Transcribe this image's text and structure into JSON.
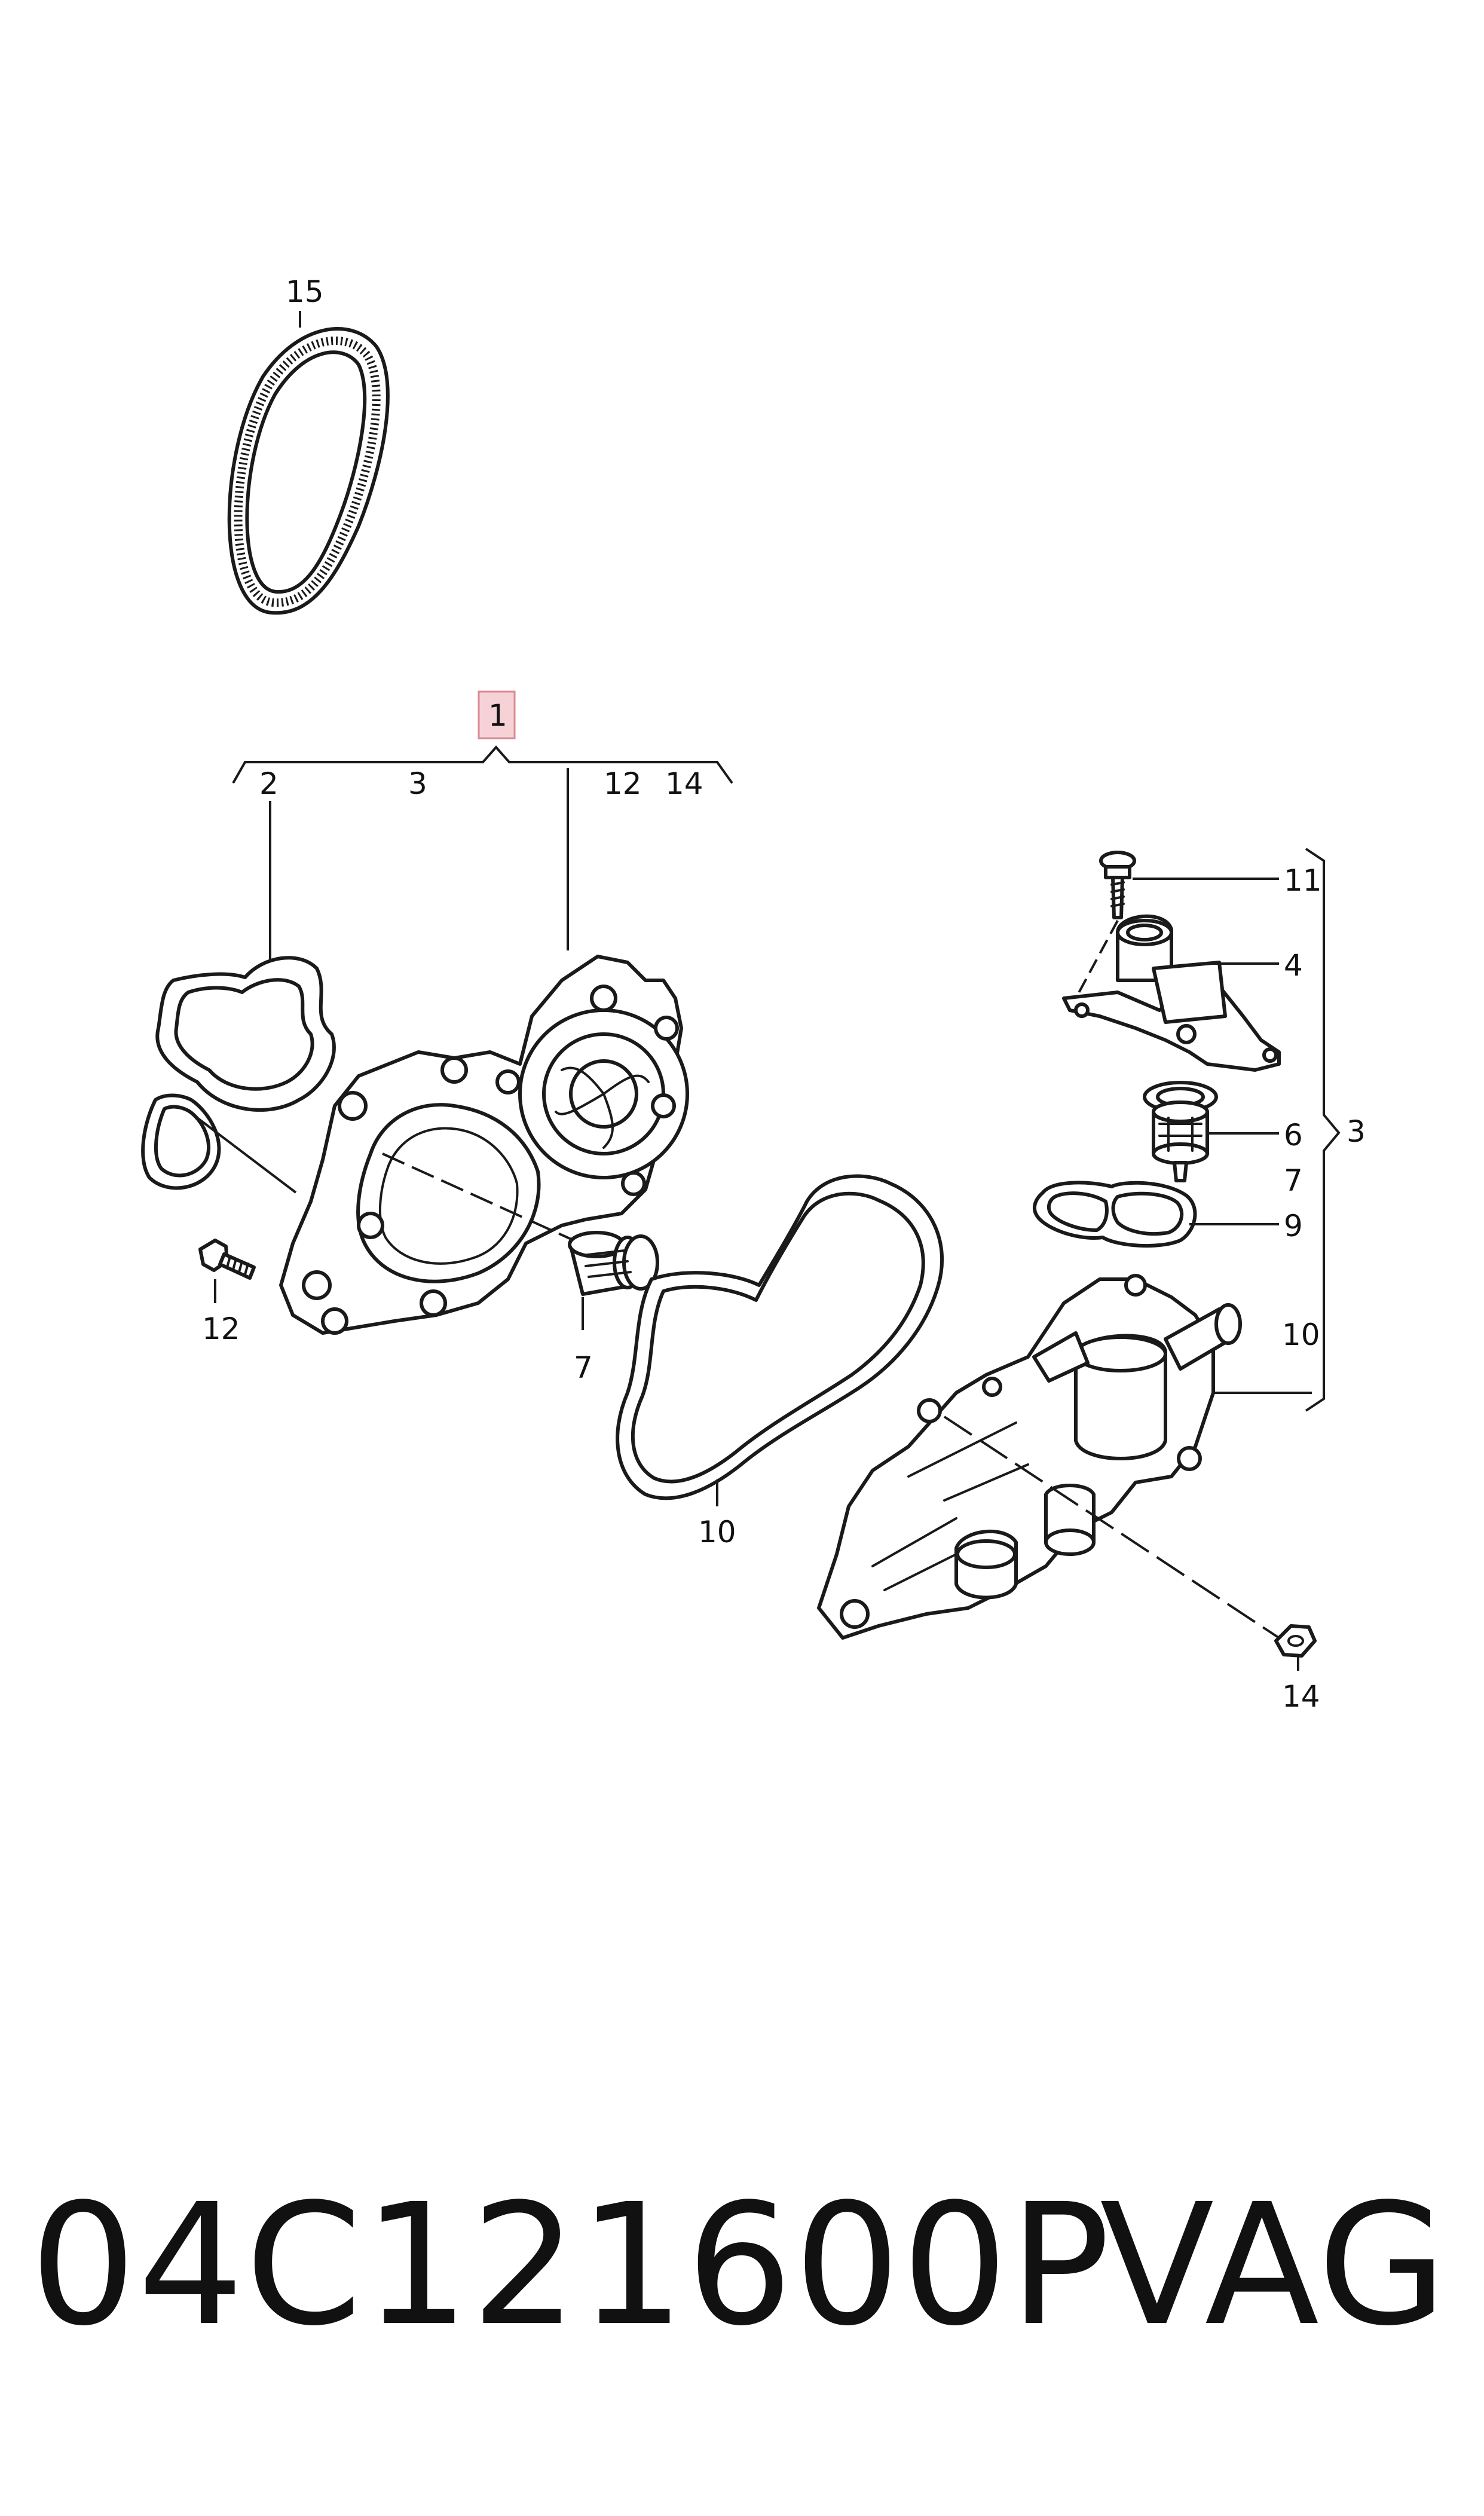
{
  "callouts": {
    "c15": "15",
    "c1": "1",
    "sub_2": "2",
    "sub_3": "3",
    "sub_12": "12",
    "sub_14": "14",
    "c12": "12",
    "c7_left": "7",
    "c10_left": "10",
    "c11": "11",
    "c4": "4",
    "c6": "6",
    "c3_group": "3",
    "c7_right": "7",
    "c9": "9",
    "c10_right": "10",
    "c14": "14"
  },
  "footer": {
    "part_number": "04C121600P",
    "brand": "VAG"
  },
  "colors": {
    "highlight_box_fill": "#f6d2d6",
    "highlight_box_stroke": "#d98a94",
    "line": "#1a1a1a"
  }
}
